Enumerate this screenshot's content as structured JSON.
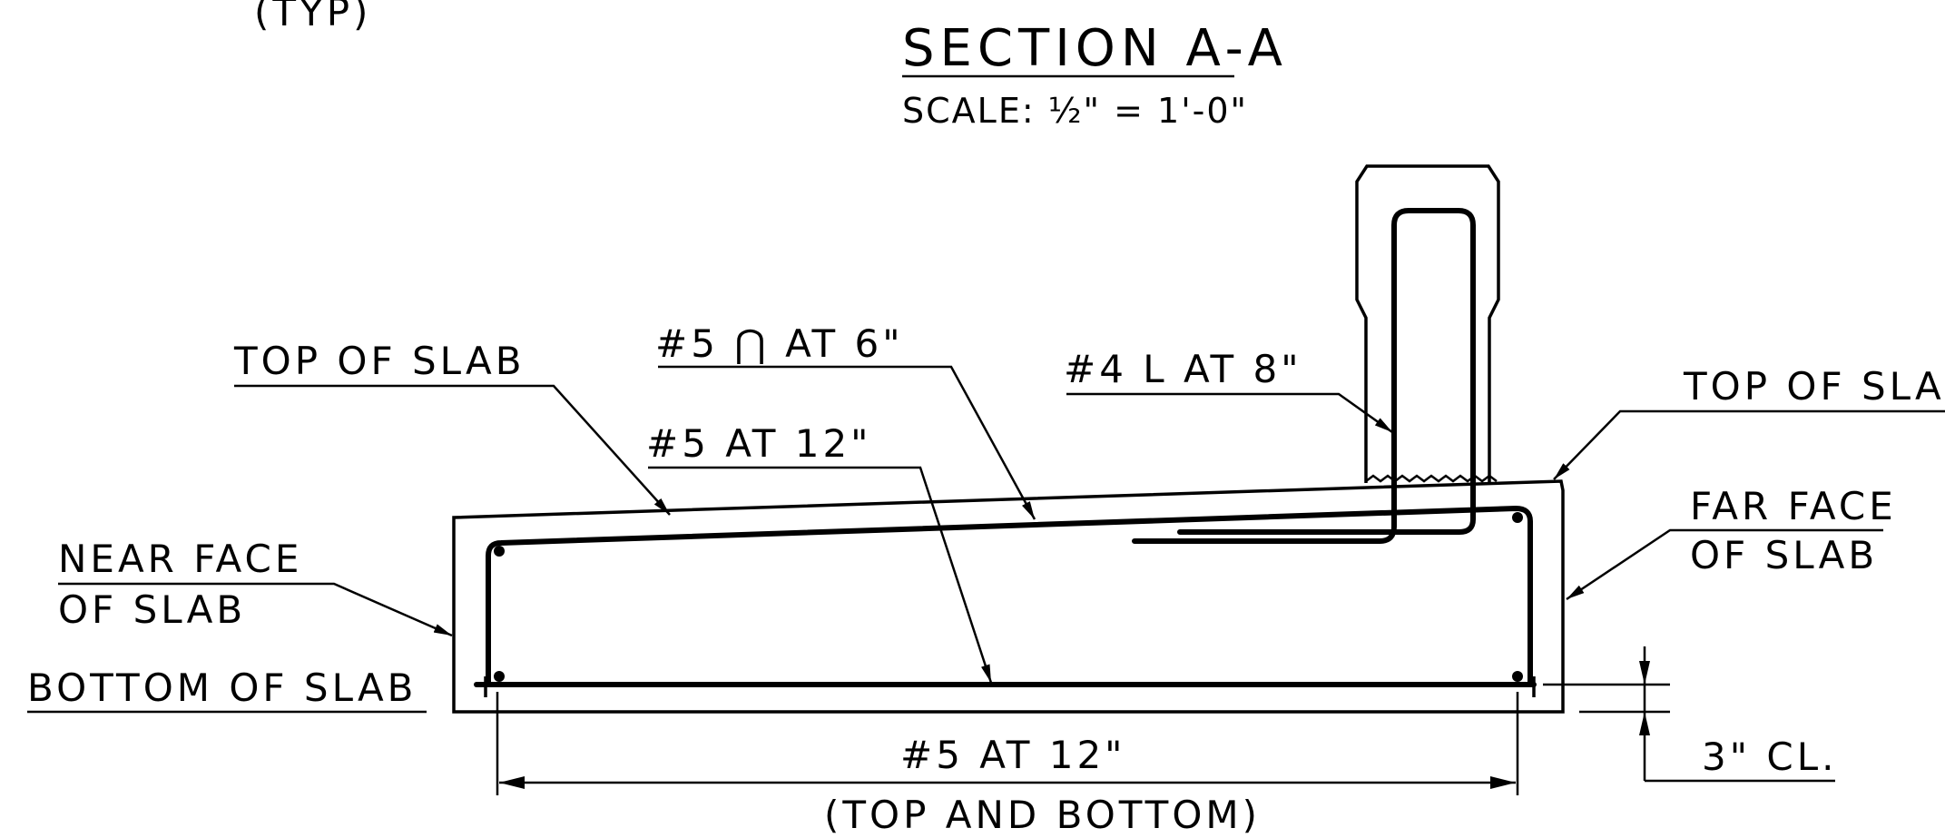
{
  "labels": {
    "typ": "(TYP)",
    "title": "SECTION A-A",
    "scale": "SCALE: ½\" = 1'-0\"",
    "top_of_slab_left": "TOP OF SLAB",
    "bar_5_hook": "#5 ⋂ AT 6\"",
    "bar_4_l": "#4 L AT 8\"",
    "top_of_slab_right": "TOP OF SLAB",
    "bar_5_12_upper": "#5 AT 12\"",
    "far_face_1": "FAR FACE",
    "far_face_2": "OF SLAB",
    "near_face_1": "NEAR FACE",
    "near_face_2": "OF SLAB",
    "bottom_of_slab": "BOTTOM OF SLAB",
    "bar_5_12_lower": "#5 AT 12\"",
    "top_and_bottom": "(TOP AND BOTTOM)",
    "clear_cover": "3\" CL."
  },
  "colors": {
    "line": "#000000",
    "background": "#ffffff"
  }
}
